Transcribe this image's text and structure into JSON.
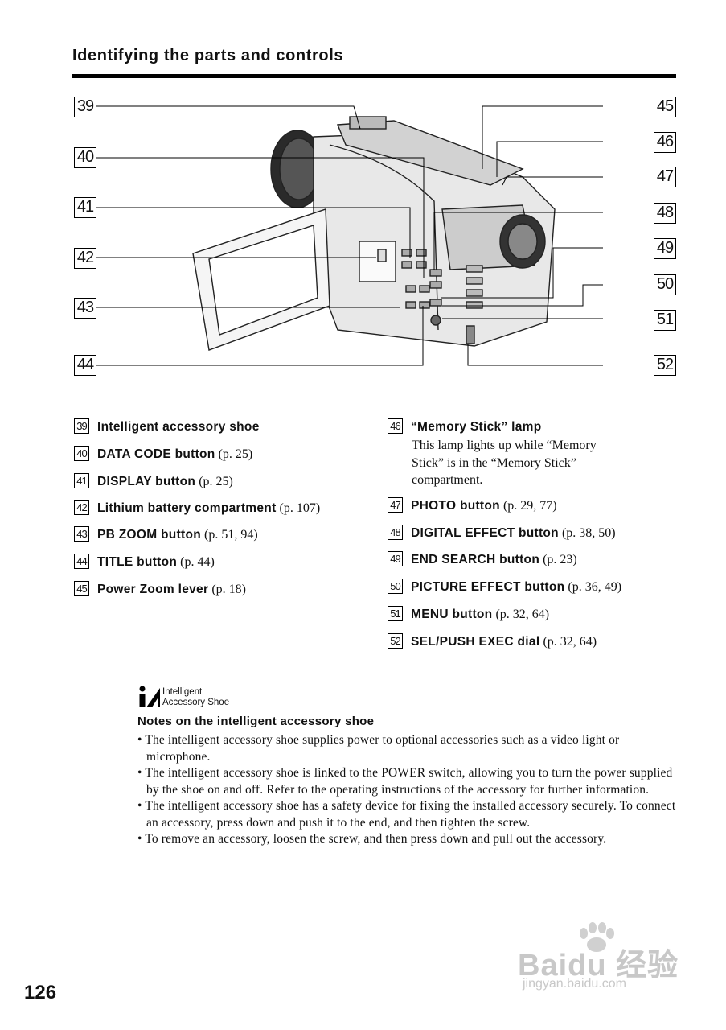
{
  "header": {
    "title": "Identifying the parts and controls"
  },
  "callouts_left": [
    "39",
    "40",
    "41",
    "42",
    "43",
    "44"
  ],
  "callouts_right": [
    "45",
    "46",
    "47",
    "48",
    "49",
    "50",
    "51",
    "52"
  ],
  "items_left": [
    {
      "num": "39",
      "label": "Intelligent accessory shoe",
      "ref": ""
    },
    {
      "num": "40",
      "label": "DATA CODE button",
      "ref": "(p. 25)"
    },
    {
      "num": "41",
      "label": "DISPLAY button",
      "ref": "(p. 25)"
    },
    {
      "num": "42",
      "label": "Lithium battery compartment",
      "ref": "(p. 107)"
    },
    {
      "num": "43",
      "label": "PB ZOOM button",
      "ref": "(p. 51, 94)"
    },
    {
      "num": "44",
      "label": "TITLE button",
      "ref": "(p. 44)"
    },
    {
      "num": "45",
      "label": "Power Zoom lever",
      "ref": "(p. 18)"
    }
  ],
  "items_right": [
    {
      "num": "46",
      "label": "“Memory Stick” lamp",
      "ref": ""
    },
    {
      "num": "47",
      "label": "PHOTO button",
      "ref": "(p. 29, 77)"
    },
    {
      "num": "48",
      "label": "DIGITAL EFFECT button",
      "ref": "(p. 38, 50)"
    },
    {
      "num": "49",
      "label": "END SEARCH button",
      "ref": "(p. 23)"
    },
    {
      "num": "50",
      "label": "PICTURE EFFECT button",
      "ref": "(p. 36, 49)"
    },
    {
      "num": "51",
      "label": "MENU button",
      "ref": "(p. 32, 64)"
    },
    {
      "num": "52",
      "label": "SEL/PUSH EXEC dial",
      "ref": "(p. 32, 64)"
    }
  ],
  "memory_stick_desc": [
    "This lamp lights up while “Memory",
    "Stick” is in the “Memory Stick”",
    "compartment."
  ],
  "ia_logo": {
    "line1": "Intelligent",
    "line2": "Accessory Shoe"
  },
  "notes": {
    "title": "Notes on the intelligent accessory shoe",
    "items": [
      "• The intelligent accessory shoe supplies power to optional accessories such as a video light or microphone.",
      "• The intelligent accessory shoe is linked to the POWER switch, allowing you to turn the power supplied by the shoe on and off. Refer to the operating instructions of the accessory for further information.",
      "• The intelligent accessory shoe has a safety device for fixing the installed accessory securely. To connect an accessory, press down and push it to the end, and then tighten the screw.",
      "• To remove an accessory, loosen the screw, and then press down and pull out the accessory."
    ]
  },
  "page_number": "126",
  "watermark": {
    "main": "Baidu 经验",
    "sub": "jingyan.baidu.com"
  }
}
